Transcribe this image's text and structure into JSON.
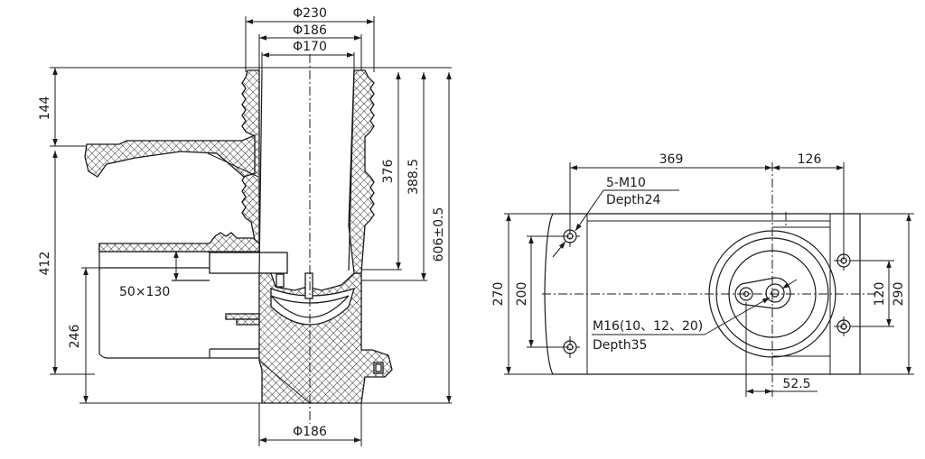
{
  "side_view": {
    "dia_top_outer": "Φ230",
    "dia_mid": "Φ186",
    "dia_inner": "Φ170",
    "dia_bottom": "Φ186",
    "h_top": "144",
    "h_flange": "412",
    "h_bottom": "246",
    "h_376": "376",
    "h_388": "388.5",
    "h_total": "606±0.5",
    "slot": "50×130"
  },
  "top_view": {
    "w_369": "369",
    "w_126": "126",
    "w_52": "52.5",
    "h_270": "270",
    "h_200": "200",
    "h_120": "120",
    "h_290": "290",
    "holes_label": "5-M10",
    "holes_depth": "Depth24",
    "thread_label": "M16(10、12、20)",
    "thread_depth": "Depth35"
  }
}
